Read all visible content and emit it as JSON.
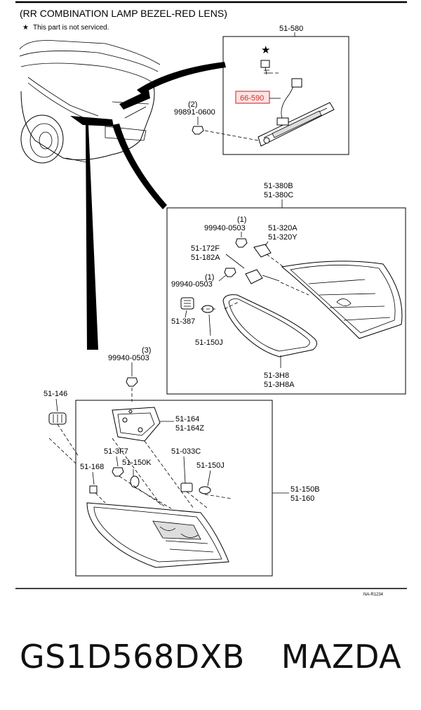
{
  "header": {
    "title": "(RR COMBINATION LAMP BEZEL-RED LENS)",
    "note_star": "★",
    "note": "This part is not serviced."
  },
  "callouts": {
    "p51_580": "51-580",
    "p66_590": "66-590",
    "p99891_qty": "(2)",
    "p99891": "99891-0600",
    "p51_380": [
      "51-380B",
      "51-380C"
    ],
    "p99940_a_qty": "(1)",
    "p99940_a": "99940-0503",
    "p51_320": [
      "51-320A",
      "51-320Y"
    ],
    "p51_172": [
      "51-172F",
      "51-182A"
    ],
    "p99940_b_qty": "(1)",
    "p99940_b": "99940-0503",
    "p51_387": "51-387",
    "p51_150j_upper": "51-150J",
    "p51_3h8": [
      "51-3H8",
      "51-3H8A"
    ],
    "p99940_c_qty": "(3)",
    "p99940_c": "99940-0503",
    "p51_146": "51-146",
    "p51_164": [
      "51-164",
      "51-164Z"
    ],
    "p51_3f7": "51-3F7",
    "p51_033c": "51-033C",
    "p51_168": "51-168",
    "p51_150k": "51-150K",
    "p51_150j_lower": "51-150J",
    "p51_150b": [
      "51-150B",
      "51-160"
    ],
    "footer_code": "NA-R1234"
  },
  "caption": {
    "part_number": "GS1D568DXB",
    "brand": "MAZDA"
  },
  "colors": {
    "highlight_border": "#e53935",
    "highlight_fill": "#fde3e3",
    "highlight_text": "#d32f2f"
  }
}
